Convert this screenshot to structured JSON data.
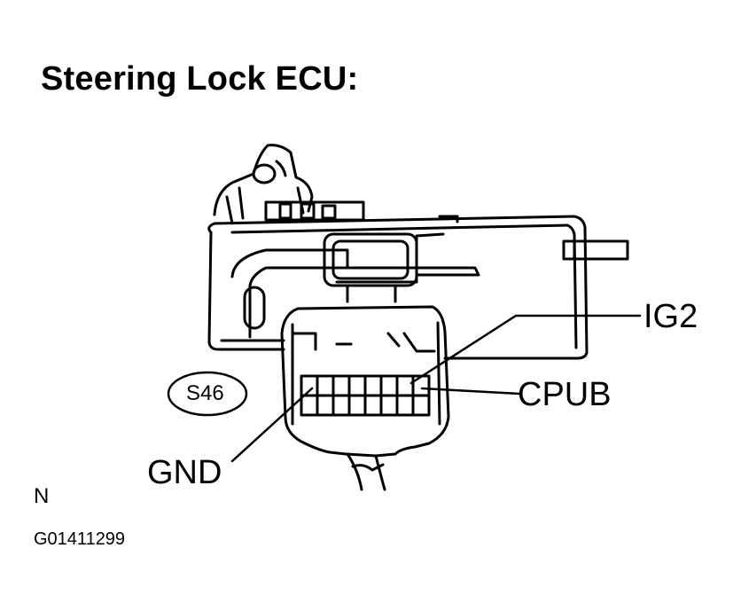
{
  "title": "Steering Lock ECU:",
  "connector": {
    "id": "S46"
  },
  "pins": {
    "ig2": "IG2",
    "cpub": "CPUB",
    "gnd": "GND"
  },
  "footer": {
    "mark": "N",
    "code": "G01411299"
  }
}
